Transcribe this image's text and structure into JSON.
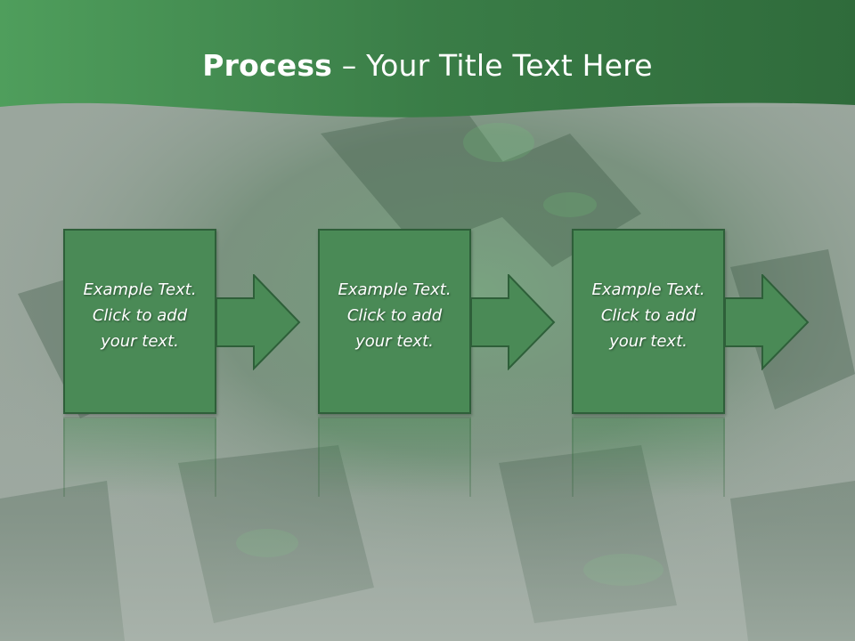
{
  "slide": {
    "title_bold": "Process",
    "title_rest": " – Your Title Text Here"
  },
  "steps": [
    {
      "line1": "Example Text.",
      "line2": "Click  to add",
      "line3": "your text."
    },
    {
      "line1": "Example Text.",
      "line2": "Click  to add",
      "line3": "your text."
    },
    {
      "line1": "Example Text.",
      "line2": "Click  to add",
      "line3": "your text."
    }
  ],
  "colors": {
    "header_green": "#3a7d47",
    "box_fill": "#4a8a56",
    "box_border": "#2e5f39",
    "background": "#9aa69d"
  }
}
